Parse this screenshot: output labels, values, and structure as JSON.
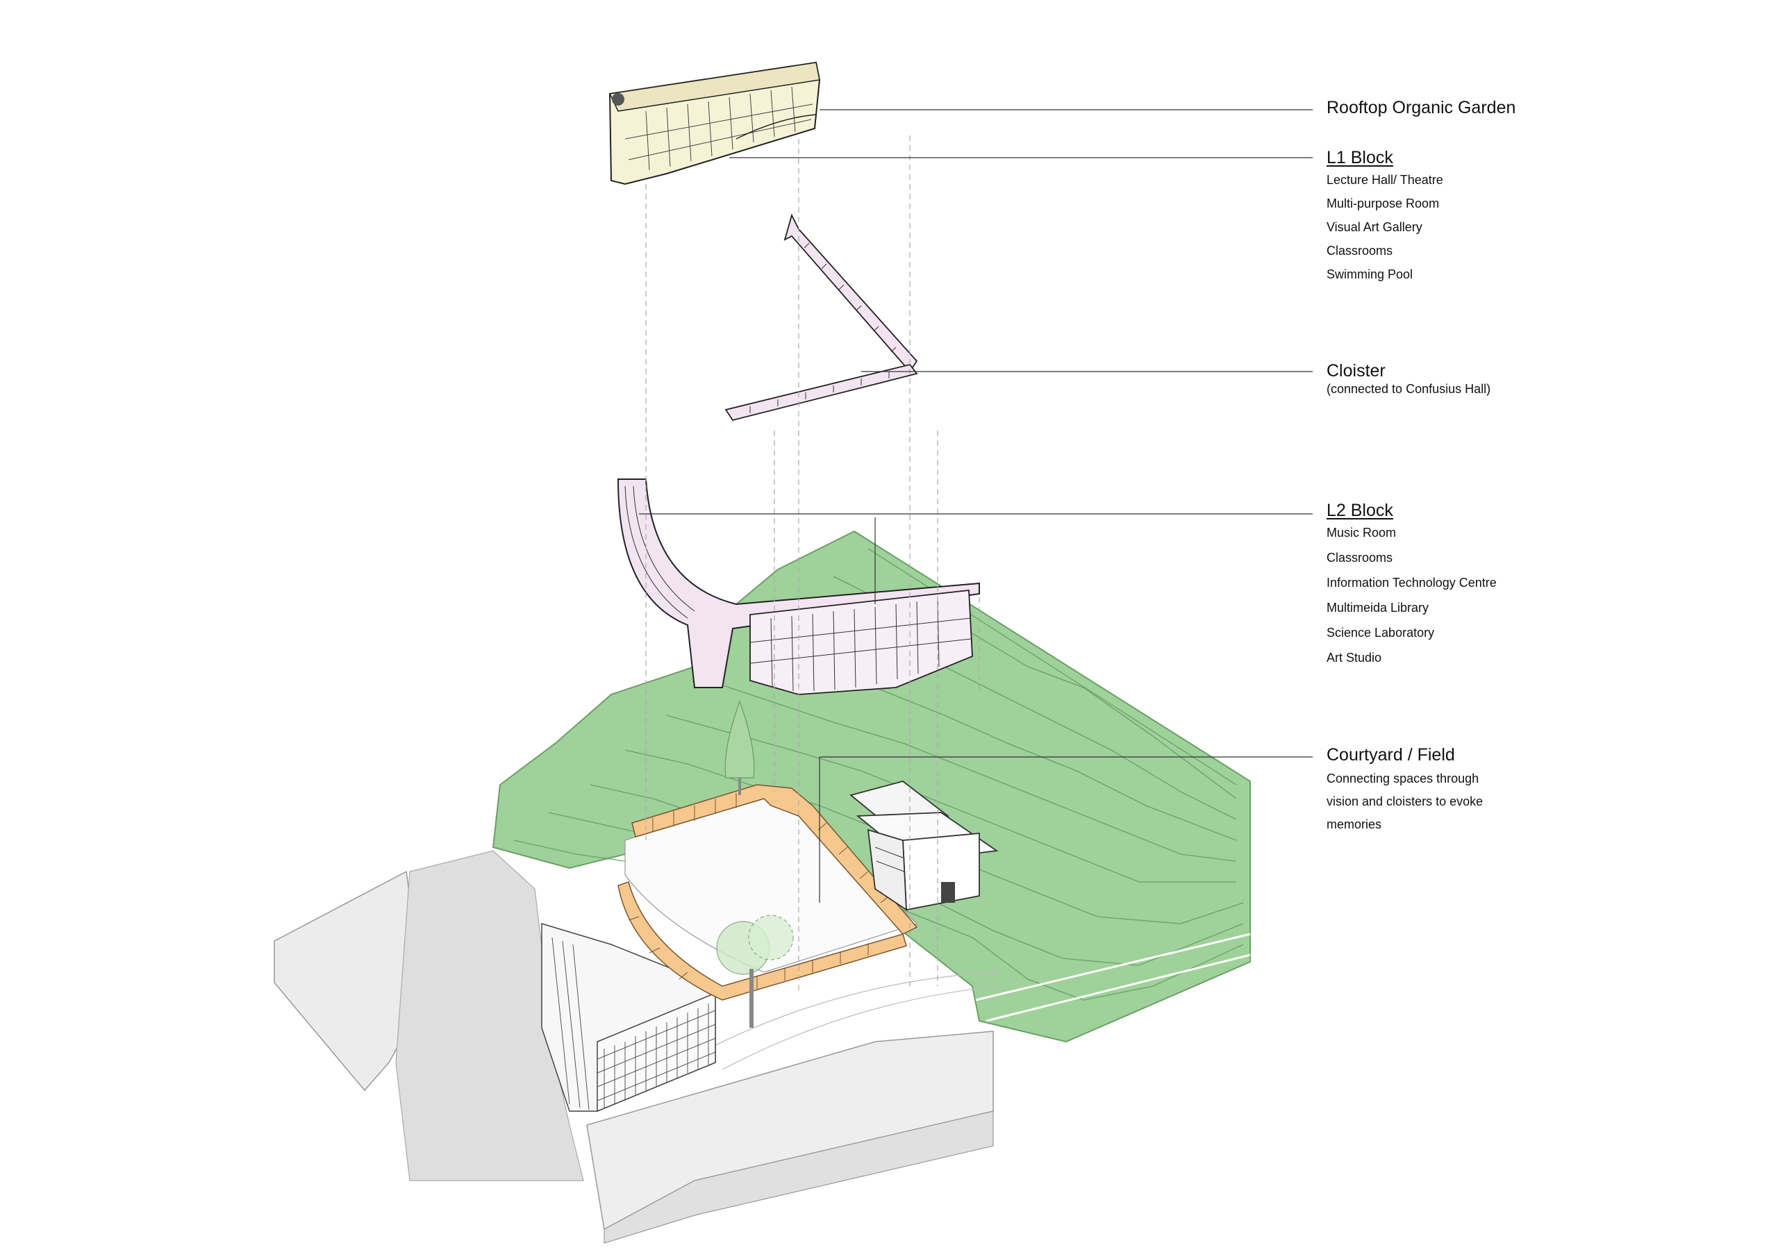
{
  "colors": {
    "terrain": "#9fd19a",
    "terrain_line": "#5f9a5b",
    "roof": "#f6f2d6",
    "block": "#f3e4f2",
    "cloister": "#f6c88e",
    "street": "#e9e9e9",
    "line": "#333333"
  },
  "labels": {
    "rooftop": {
      "title": "Rooftop Organic Garden"
    },
    "l1": {
      "title": "L1 Block",
      "items": [
        "Lecture Hall/ Theatre",
        "Multi-purpose Room",
        "Visual Art Gallery",
        "Classrooms",
        "Swimming Pool"
      ]
    },
    "cloister": {
      "title": "Cloister",
      "note": "(connected to Confusius Hall)"
    },
    "l2": {
      "title": "L2 Block",
      "items": [
        "Music Room",
        "Classrooms",
        "Information Technology Centre",
        "Multimeida Library",
        "Science Laboratory",
        "Art Studio"
      ]
    },
    "courtyard": {
      "title": "Courtyard / Field",
      "lines": [
        "Connecting spaces  through",
        "vision and cloisters to evoke",
        "memories"
      ]
    }
  }
}
